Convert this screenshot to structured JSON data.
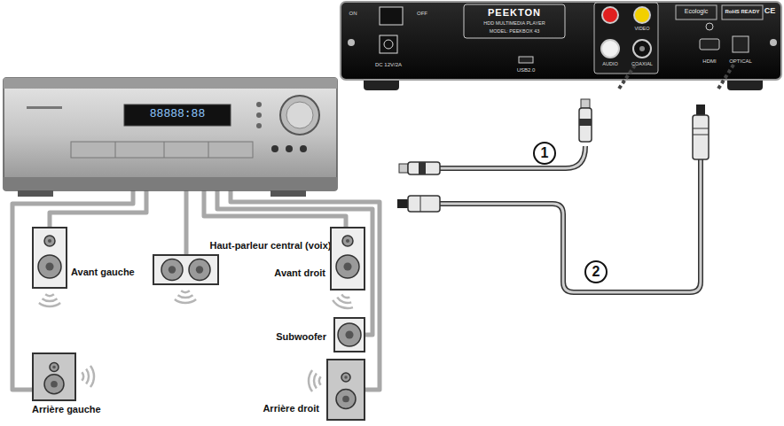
{
  "diagram": {
    "nodes": [
      {
        "text": [
          "Haut-parleur central (voix)"
        ]
      },
      {
        "text": [
          "Avant gauche"
        ]
      },
      {
        "text": [
          "Avant droit"
        ]
      },
      {
        "text": [
          "Subwoofer"
        ]
      },
      {
        "text": [
          "Arrière gauche"
        ]
      },
      {
        "text": [
          "Arrière droit"
        ]
      }
    ],
    "labels": [
      "ON",
      "OFF",
      "PEEKTON",
      "HDD MULTIMEDIA PLAYER",
      "MODEL: PEEKBOX 43",
      "DC 12V/2A",
      "USB2.0",
      "VIDEO",
      "AUDIO",
      "COAXIAL",
      "HDMI",
      "OPTICAL",
      "Ecologic",
      "RoHS READY",
      "CE",
      "88888:88",
      "1",
      "2"
    ]
  }
}
